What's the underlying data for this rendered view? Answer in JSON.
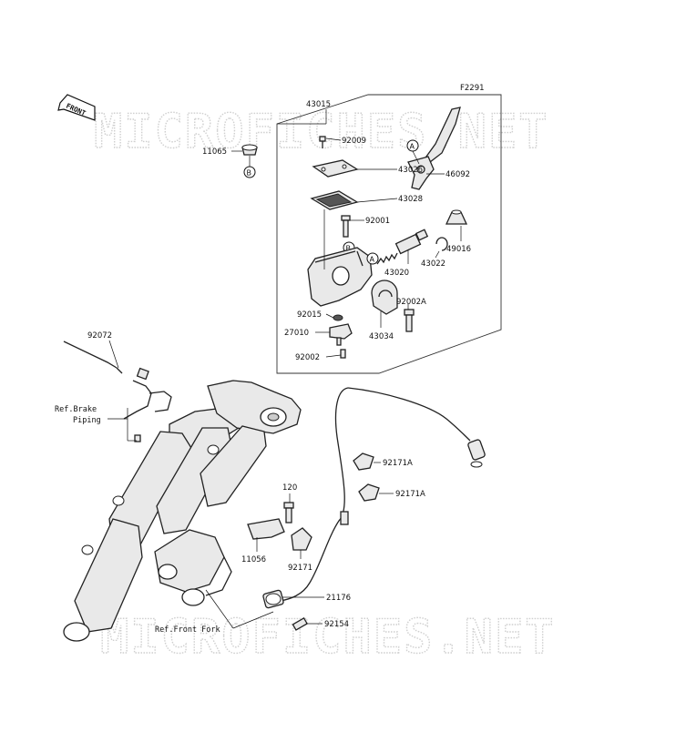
{
  "diagram_code": "F2291",
  "front_arrow_label": "FRONT",
  "watermark": "MICROFICHES.NET",
  "callouts": {
    "a": "A",
    "b": "B"
  },
  "parts": {
    "p43015": "43015",
    "p92009": "92009",
    "p11065": "11065",
    "p43026": "43026",
    "p46092": "46092",
    "p43028": "43028",
    "p92001": "92001",
    "p49016": "49016",
    "p43022": "43022",
    "p43020": "43020",
    "p92015": "92015",
    "p92002a": "92002A",
    "p27010": "27010",
    "p43034": "43034",
    "p92002": "92002",
    "p92072": "92072",
    "p92171a_1": "92171A",
    "p92171a_2": "92171A",
    "p120": "120",
    "p11056": "11056",
    "p92171": "92171",
    "p21176": "21176",
    "p92154": "92154"
  },
  "refs": {
    "brake_piping_1": "Ref.Brake",
    "brake_piping_2": "Piping",
    "front_fork": "Ref.Front Fork"
  }
}
